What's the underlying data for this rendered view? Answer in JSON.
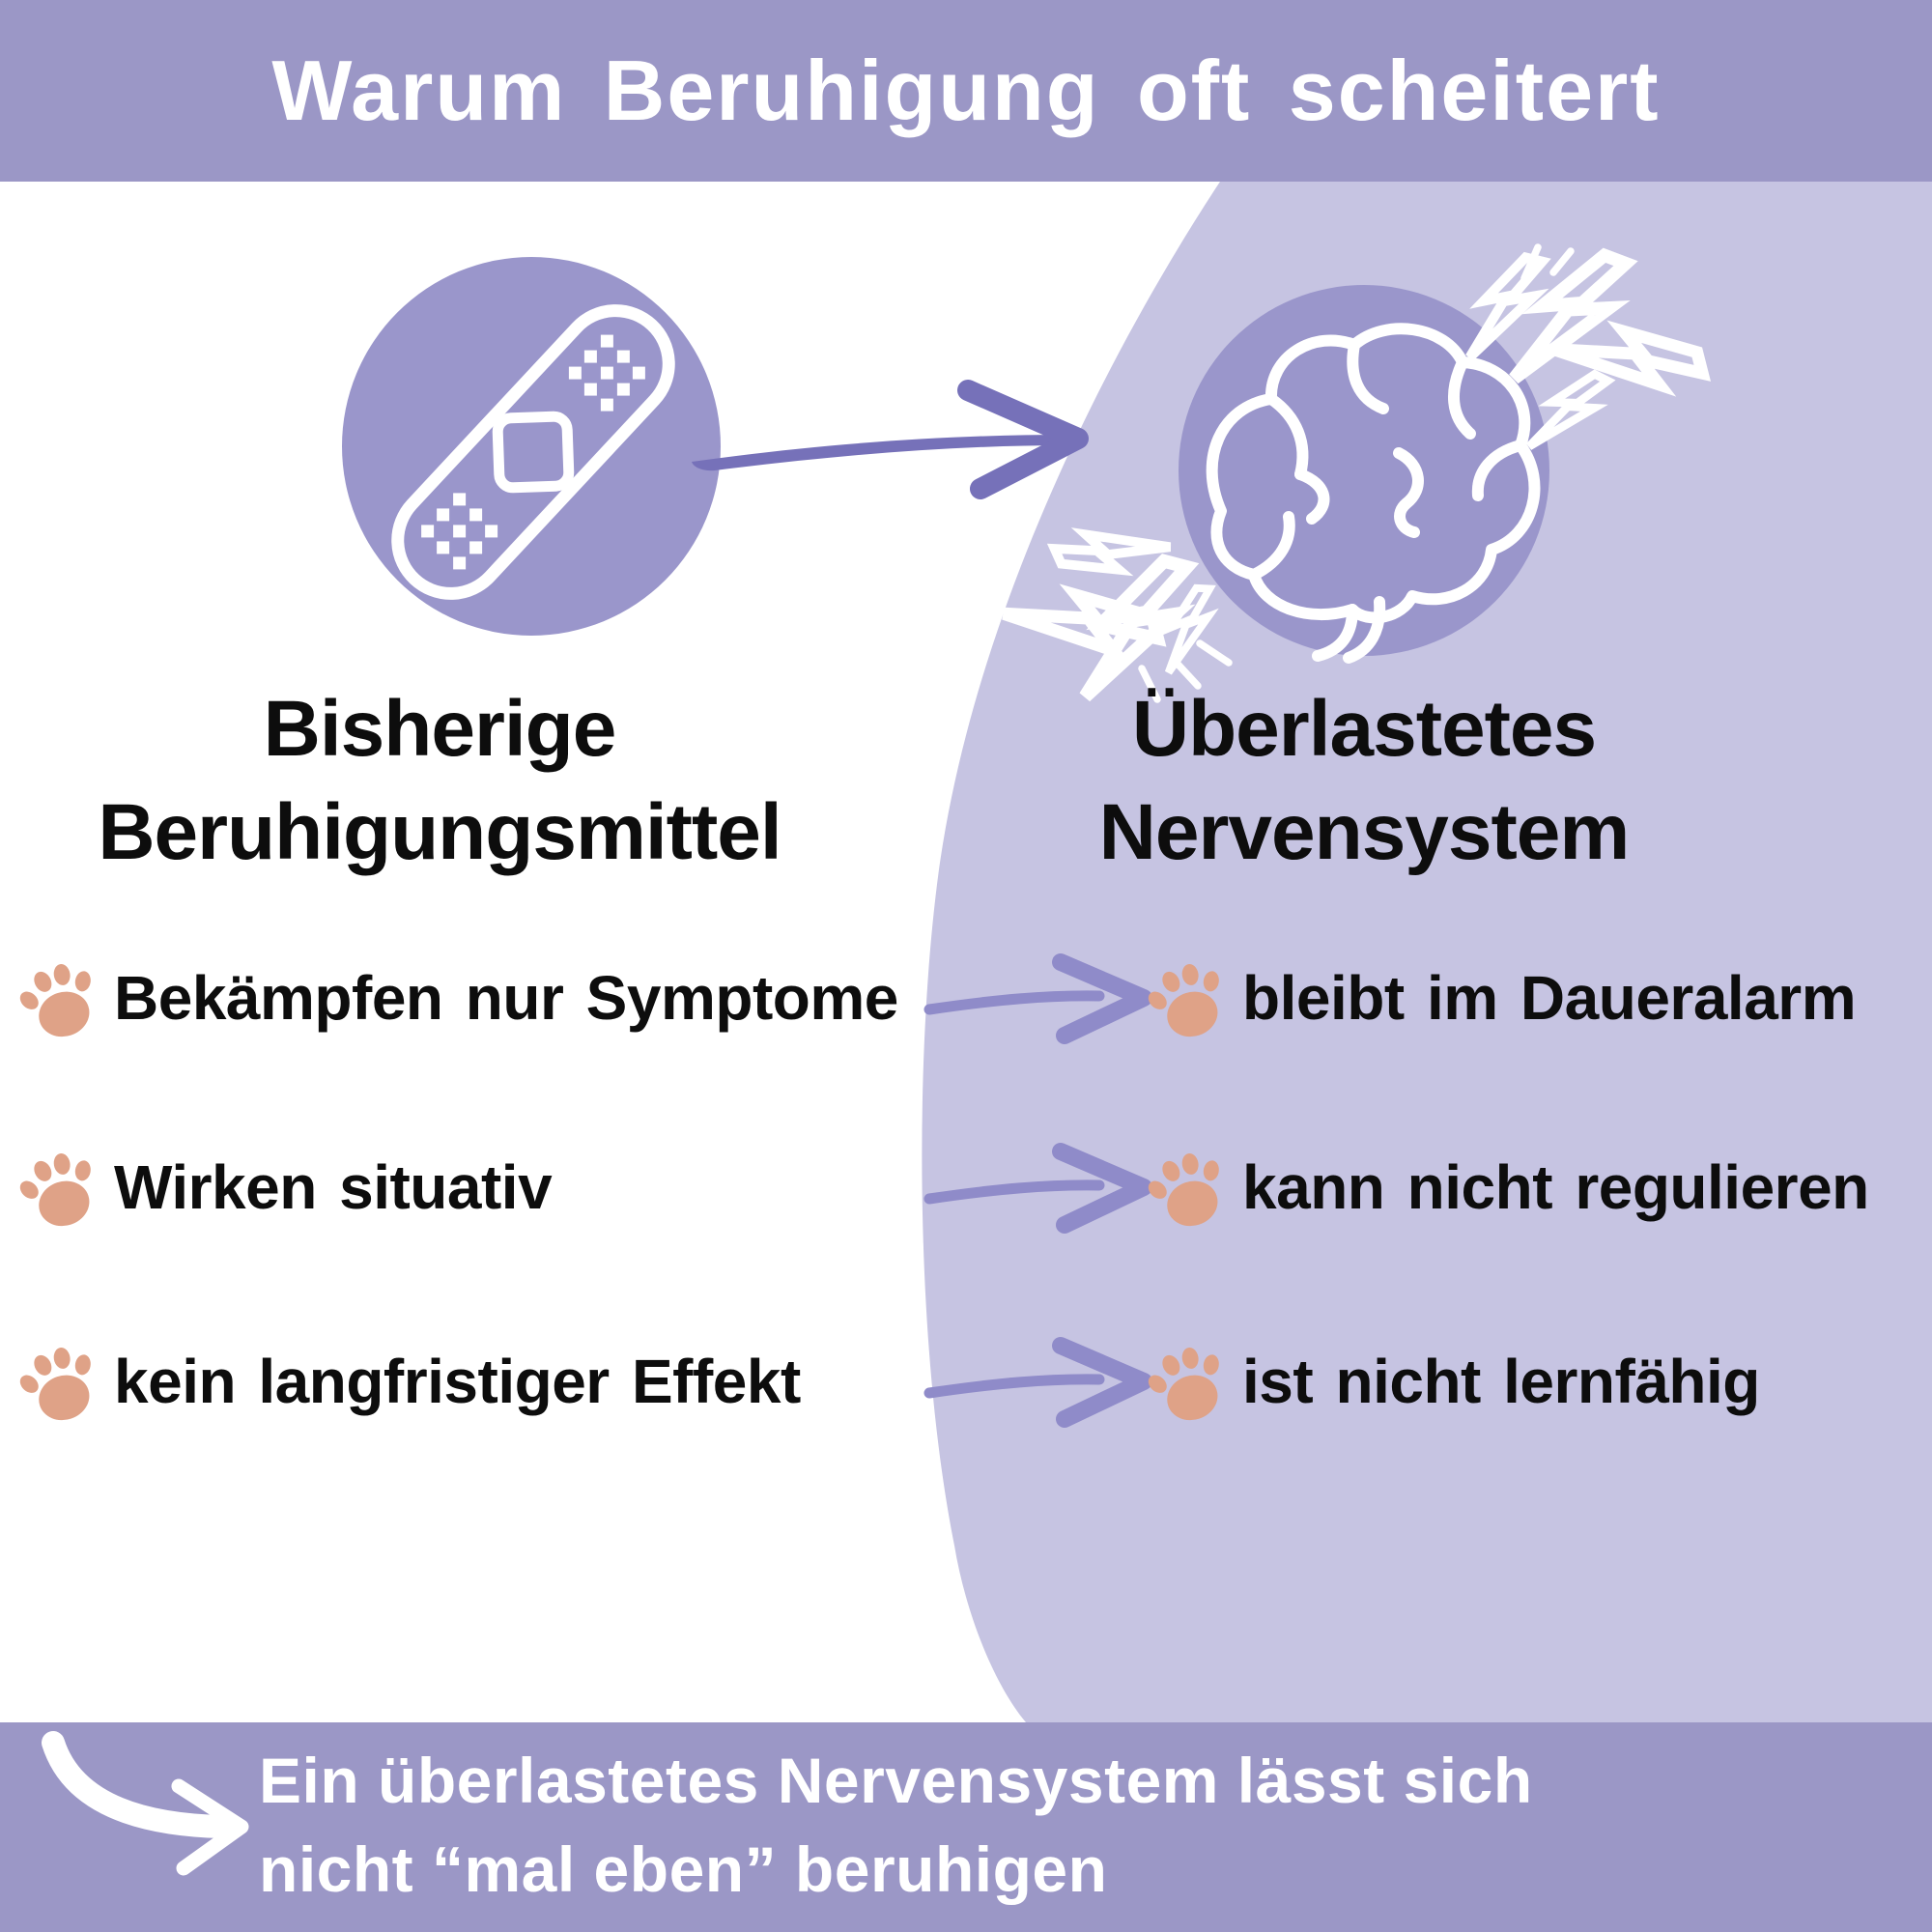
{
  "title": "Warum Beruhigung oft scheitert",
  "left_column": {
    "icon": "bandage-icon",
    "heading_line1": "Bisherige",
    "heading_line2": "Beruhigungsmittel"
  },
  "right_column": {
    "icon": "brain-icon",
    "heading_line1": "Überlastetes",
    "heading_line2": "Nervensystem"
  },
  "rows": [
    {
      "left": "Bekämpfen nur Symptome",
      "right": "bleibt im Daueralarm"
    },
    {
      "left": "Wirken situativ",
      "right": "kann nicht regulieren"
    },
    {
      "left": "kein langfristiger Effekt",
      "right": "ist nicht lernfähig"
    }
  ],
  "footer": {
    "icon": "curved-arrow-icon",
    "line1": "Ein überlastetes Nervensystem lässt sich",
    "line2": "nicht “mal eben” beruhigen"
  },
  "icons": {
    "bullet": "paw-icon",
    "connector": "arrow-icon",
    "stress": "lightning-icon"
  },
  "colors": {
    "banner": "#9b97c6",
    "panel": "#c6c4e2",
    "circle": "#9a96cb",
    "arrow_dark": "#7671b9",
    "arrow_light": "#8f8bc9",
    "paw": "#dfa287",
    "text_dark": "#0d0d0d",
    "text_light": "#ffffff"
  }
}
